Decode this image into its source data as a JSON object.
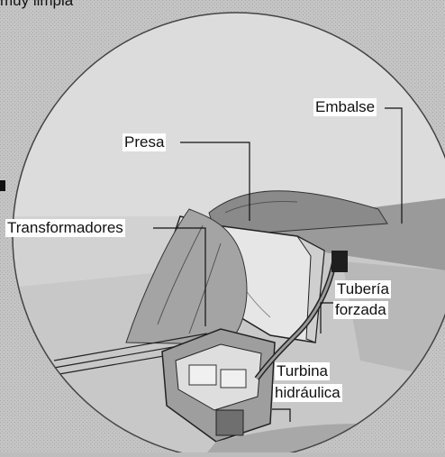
{
  "top_text": "muy limpia",
  "labels": {
    "embalse": "Embalse",
    "presa": "Presa",
    "transformadores": "Transformadores",
    "tuberia_line1": "Tubería",
    "tuberia_line2": "forzada",
    "turbina_line1": "Turbina",
    "turbina_line2": "hidráulica"
  }
}
